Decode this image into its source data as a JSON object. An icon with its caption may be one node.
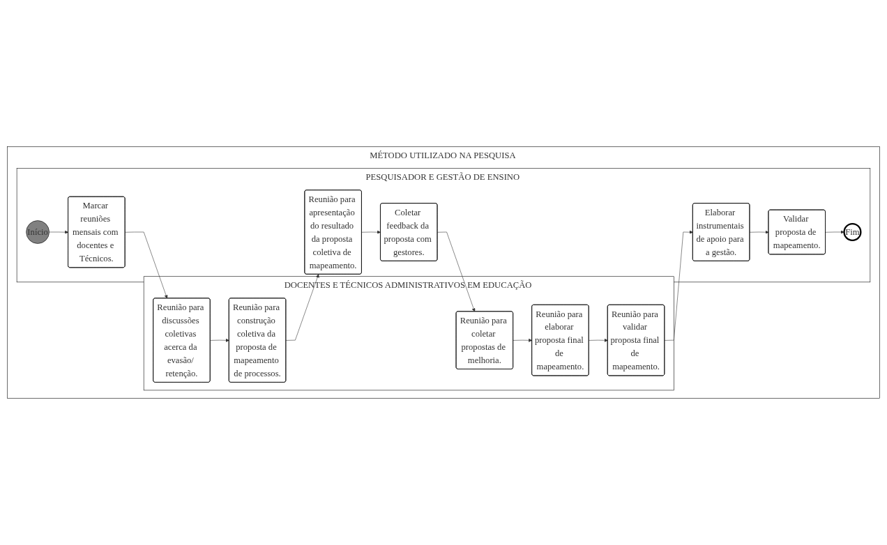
{
  "diagram": {
    "nodes": [
      {
        "text": [
          "MÉTODO UTILIZADO NA PESQUISA"
        ]
      },
      {
        "text": [
          "PESQUISADOR E GESTÃO DE ENSINO"
        ],
        "in": 0
      },
      {
        "text": [
          "DOCENTES E TÉCNICOS ADMINISTRATIVOS EM EDUCAÇÃO"
        ],
        "in": 0
      },
      {
        "text": [
          "Início"
        ],
        "in": 1
      },
      {
        "text": [
          "Marcar reuniões mensais com docentes e Técnicos."
        ],
        "in": 1
      },
      {
        "text": [
          "Reunião para apresentação do resultado da proposta coletiva de mapeamento."
        ],
        "in": 1
      },
      {
        "text": [
          "Coletar feedback da proposta com gestores."
        ],
        "in": 1
      },
      {
        "text": [
          "Elaborar instrumentais de apoio para a gestão."
        ],
        "in": 1
      },
      {
        "text": [
          "Validar proposta de mapeamento."
        ],
        "in": 1
      },
      {
        "text": [
          "Fim"
        ],
        "in": 1
      },
      {
        "text": [
          "Reunião para discussões coletivas acerca da evasão/ retenção."
        ],
        "in": 2
      },
      {
        "text": [
          "Reunião para construção coletiva da proposta de mapeamento de processos."
        ],
        "in": 2
      },
      {
        "text": [
          "Reunião para coletar propostas de melhoria."
        ],
        "in": 2
      },
      {
        "text": [
          "Reunião para elaborar proposta final de mapeamento."
        ],
        "in": 2
      },
      {
        "text": [
          "Reunião para validar proposta final de mapeamento."
        ],
        "in": 2
      }
    ],
    "edges": [
      {
        "from": 3,
        "to": 4,
        "arrow": "to"
      },
      {
        "from": 4,
        "to": 10,
        "arrow": "to"
      },
      {
        "from": 10,
        "to": 11,
        "arrow": "to"
      },
      {
        "from": 11,
        "to": 5,
        "arrow": "to"
      },
      {
        "from": 5,
        "to": 6,
        "arrow": "to"
      },
      {
        "from": 6,
        "to": 12,
        "arrow": "to"
      },
      {
        "from": 12,
        "to": 13,
        "arrow": "to"
      },
      {
        "from": 13,
        "to": 14,
        "arrow": "to"
      },
      {
        "from": 14,
        "to": 7,
        "arrow": "to"
      },
      {
        "from": 7,
        "to": 8,
        "arrow": "to"
      },
      {
        "from": 8,
        "to": 9,
        "arrow": "to"
      }
    ]
  }
}
